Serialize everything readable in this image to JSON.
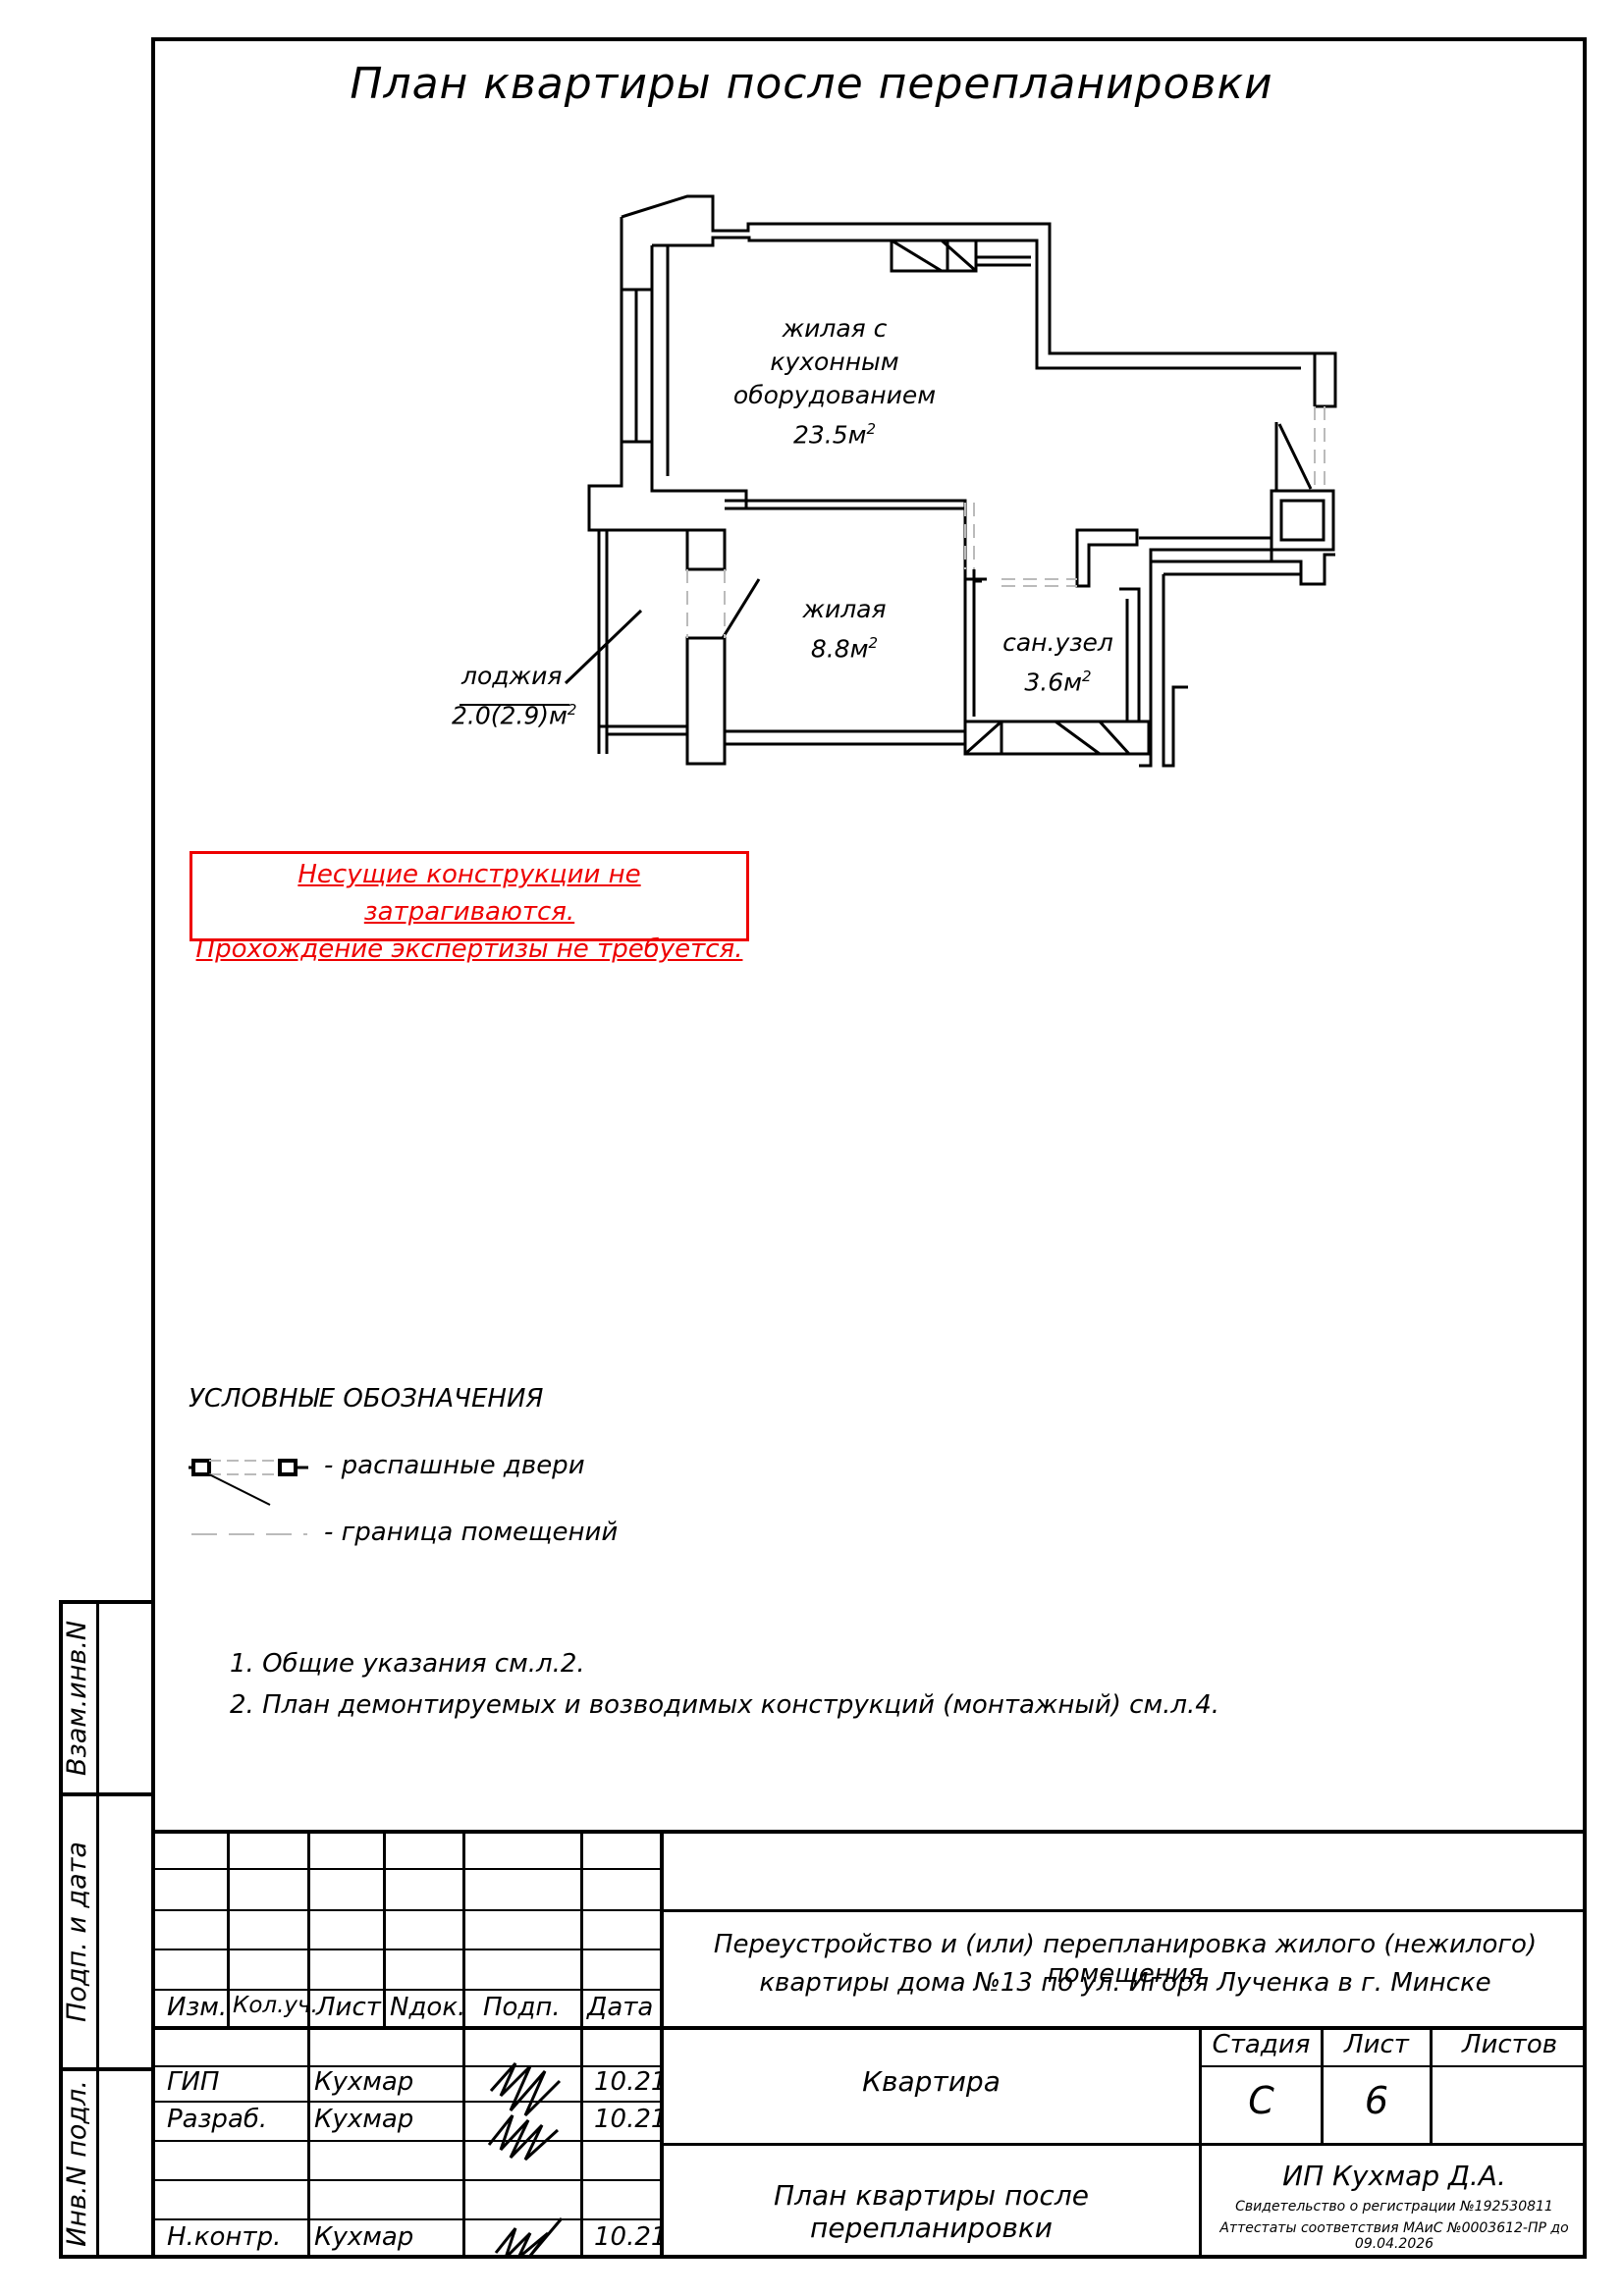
{
  "drawing_title": "План квартиры после перепланировки",
  "rooms": {
    "living_kitchen": {
      "name_l1": "жилая с кухонным",
      "name_l2": "оборудованием",
      "area": "23.5м",
      "sup": "2"
    },
    "living": {
      "name": "жилая",
      "area": "8.8м",
      "sup": "2"
    },
    "bathroom": {
      "name": "сан.узел",
      "area": "3.6м",
      "sup": "2"
    },
    "loggia": {
      "name": "лоджия",
      "area": "2.0(2.9)м",
      "sup": "2"
    }
  },
  "notice": {
    "line1": "Несущие конструкции не затрагиваются.",
    "line2": "Прохождение экспертизы не требуется."
  },
  "legend": {
    "heading": "УСЛОВНЫЕ ОБОЗНАЧЕНИЯ",
    "doors": "- распашные двери",
    "boundary": "- граница помещений"
  },
  "notes": [
    "1.  Общие указания см.л.2.",
    "2.  План демонтируемых и возводимых конструкций (монтажный) см.л.4."
  ],
  "side_labels": {
    "vzam": "Взам.инв.N",
    "podp": "Подп. и дата",
    "inv": "Инв.N подл."
  },
  "stamp": {
    "headers": {
      "izm": "Изм.",
      "kol": "Кол.уч.",
      "list": "Лист",
      "ndok": "Nдок.",
      "podp": "Подп.",
      "data": "Дата"
    },
    "rows": [
      {
        "role": "ГИП",
        "name": "Кухмар",
        "date": "10.21"
      },
      {
        "role": "Разраб.",
        "name": "Кухмар",
        "date": "10.21"
      },
      {
        "role": "Н.контр.",
        "name": "Кухмар",
        "date": "10.21"
      }
    ],
    "project_l1": "Переустройство и (или) перепланировка жилого (нежилого) помещения",
    "project_l2": "квартиры дома №13 по ул. Игоря Лученка в г. Минске",
    "object": "Квартира",
    "sheet_name": "План квартиры после перепланировки",
    "stage_label": "Стадия",
    "sheet_label": "Лист",
    "sheets_label": "Листов",
    "stage": "С",
    "sheet": "6",
    "sheets": "",
    "company": "ИП Кухмар Д.А.",
    "reg": "Свидетельство о регистрации №192530811",
    "attest": "Аттестаты соответствия МАиС №0003612-ПР до 09.04.2026"
  }
}
